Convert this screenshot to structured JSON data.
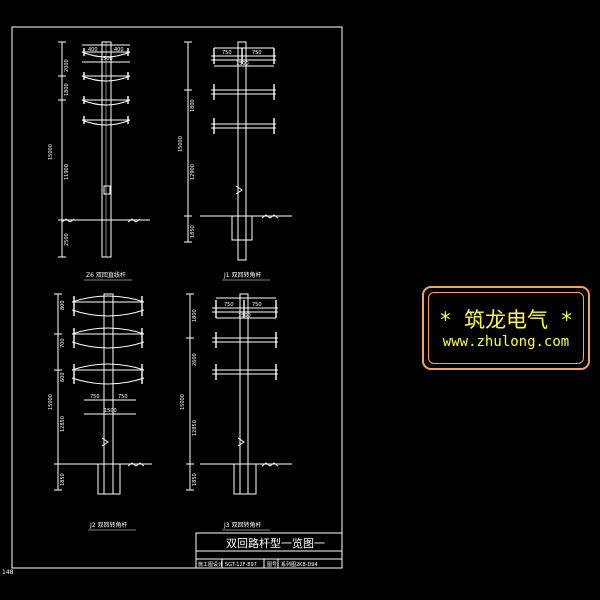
{
  "drawing": {
    "title": "双回路杆型一览图一",
    "page_number": "148",
    "titleblock": {
      "design_stage": "施工图设计",
      "drawing_code": "SGT-12F-897",
      "figure_label": "图号",
      "figure_number": "系列图2K8-D94"
    }
  },
  "panels": [
    {
      "caption": "Z6 双回直线杆",
      "dimensions": [
        "400",
        "400",
        "1500",
        "2000",
        "1800",
        "15000",
        "11900",
        "2500"
      ]
    },
    {
      "caption": "J1 双回转角杆",
      "dimensions": [
        "750",
        "750",
        "1500",
        "1800",
        "15000",
        "12900",
        "1850"
      ]
    },
    {
      "caption": "J2 双回转角杆",
      "dimensions": [
        "800",
        "700",
        "600",
        "750",
        "750",
        "1500",
        "15000",
        "12850",
        "1850"
      ]
    },
    {
      "caption": "J3 双回转角杆",
      "dimensions": [
        "750",
        "750",
        "1500",
        "1800",
        "2600",
        "15000",
        "12850",
        "1850"
      ]
    }
  ],
  "watermark": {
    "title": "*  筑龙电气  *",
    "url": "www.zhulong.com"
  },
  "colors": {
    "background": "#000000",
    "linework": "#ffffff",
    "stamp_border": "#f5a45a",
    "stamp_text": "#ffff33"
  }
}
